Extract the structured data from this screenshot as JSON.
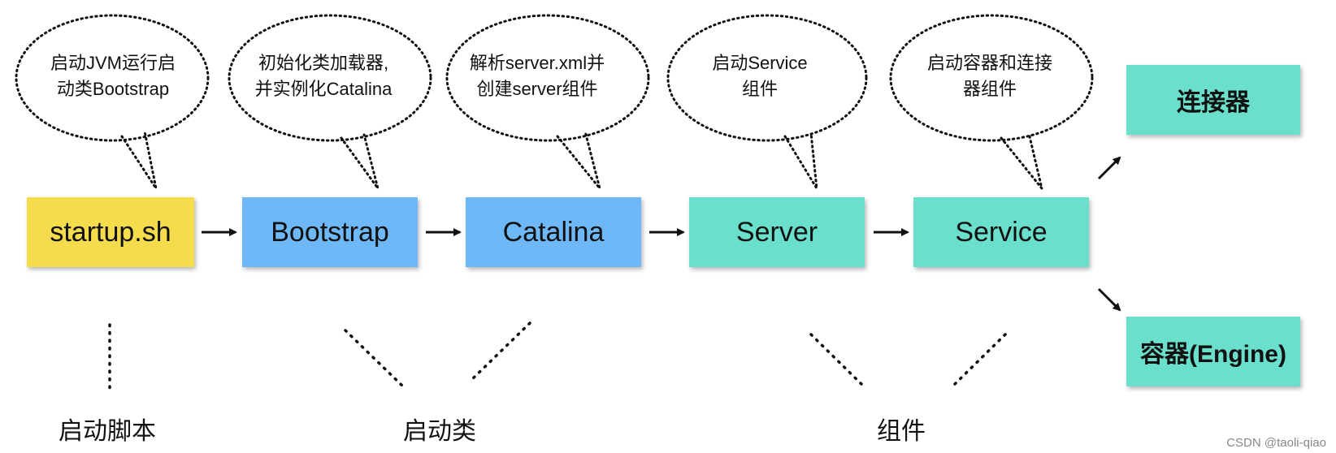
{
  "colors": {
    "yellow": "#f4dc4c",
    "blue": "#6eb8f7",
    "teal": "#6ae0cc",
    "arrow": "#111111",
    "dots": "#111111"
  },
  "flow": [
    {
      "id": "startup",
      "label": "startup.sh",
      "color": "yellow"
    },
    {
      "id": "bootstrap",
      "label": "Bootstrap",
      "color": "blue"
    },
    {
      "id": "catalina",
      "label": "Catalina",
      "color": "blue"
    },
    {
      "id": "server",
      "label": "Server",
      "color": "teal"
    },
    {
      "id": "service",
      "label": "Service",
      "color": "teal"
    }
  ],
  "outputs": [
    {
      "id": "connector",
      "label": "连接器",
      "color": "teal"
    },
    {
      "id": "container",
      "label": "容器(Engine)",
      "color": "teal"
    }
  ],
  "bubbles": [
    {
      "line1": "启动JVM运行启",
      "line2": "动类Bootstrap"
    },
    {
      "line1": "初始化类加载器,",
      "line2": "并实例化Catalina"
    },
    {
      "line1": "解析server.xml并",
      "line2": "创建server组件"
    },
    {
      "line1": "启动Service",
      "line2": "组件"
    },
    {
      "line1": "启动容器和连接",
      "line2": "器组件"
    }
  ],
  "groups": [
    {
      "label": "启动脚本"
    },
    {
      "label": "启动类"
    },
    {
      "label": "组件"
    }
  ],
  "watermark": "CSDN @taoli-qiao"
}
